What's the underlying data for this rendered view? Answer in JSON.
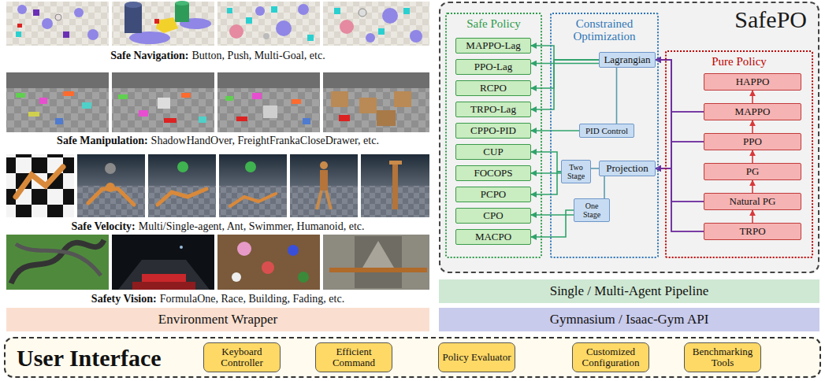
{
  "diagram": {
    "nodes": [
      {
        "text": [
          "SafePO"
        ]
      },
      {
        "text": [
          "Safe Policy"
        ],
        "in": 0
      },
      {
        "text": [
          "MAPPO-Lag"
        ],
        "in": 1
      },
      {
        "text": [
          "PPO-Lag"
        ],
        "in": 1
      },
      {
        "text": [
          "RCPO"
        ],
        "in": 1
      },
      {
        "text": [
          "TRPO-Lag"
        ],
        "in": 1
      },
      {
        "text": [
          "CPPO-PID"
        ],
        "in": 1
      },
      {
        "text": [
          "CUP"
        ],
        "in": 1
      },
      {
        "text": [
          "FOCOPS"
        ],
        "in": 1
      },
      {
        "text": [
          "PCPO"
        ],
        "in": 1
      },
      {
        "text": [
          "CPO"
        ],
        "in": 1
      },
      {
        "text": [
          "MACPO"
        ],
        "in": 1
      },
      {
        "text": [
          "Constrained Optimization"
        ],
        "in": 0
      },
      {
        "text": [
          "Lagrangian"
        ],
        "in": 12
      },
      {
        "text": [
          "PID Control"
        ],
        "in": 12
      },
      {
        "text": [
          "Two Stage"
        ],
        "in": 12
      },
      {
        "text": [
          "Projection"
        ],
        "in": 12
      },
      {
        "text": [
          "One Stage"
        ],
        "in": 12
      },
      {
        "text": [
          "Pure Policy"
        ],
        "in": 0
      },
      {
        "text": [
          "HAPPO"
        ],
        "in": 18
      },
      {
        "text": [
          "MAPPO"
        ],
        "in": 18
      },
      {
        "text": [
          "PPO"
        ],
        "in": 18
      },
      {
        "text": [
          "PG"
        ],
        "in": 18
      },
      {
        "text": [
          "Natural PG"
        ],
        "in": 18
      },
      {
        "text": [
          "TRPO"
        ],
        "in": 18
      },
      {
        "text": [
          "Single / Multi-Agent Pipeline"
        ]
      },
      {
        "text": [
          "Gymnasium / Isaac-Gym API"
        ]
      },
      {
        "text": [
          "Environment Wrapper"
        ]
      },
      {
        "text": [
          "User Interface"
        ]
      },
      {
        "text": [
          "Keyboard Controller"
        ],
        "in": 28
      },
      {
        "text": [
          "Efficient Command"
        ],
        "in": 28
      },
      {
        "text": [
          "Policy Evaluator"
        ],
        "in": 28
      },
      {
        "text": [
          "Customized Configuration"
        ],
        "in": 28
      },
      {
        "text": [
          "Benchmarking Tools"
        ],
        "in": 28
      }
    ],
    "edges": [
      {
        "from": 13,
        "to": 2,
        "arrow": "to"
      },
      {
        "from": 13,
        "to": 3,
        "arrow": "to"
      },
      {
        "from": 13,
        "to": 4,
        "arrow": "to"
      },
      {
        "from": 13,
        "to": 5,
        "arrow": "to"
      },
      {
        "from": 14,
        "to": 6,
        "arrow": "to"
      },
      {
        "from": 15,
        "to": 7,
        "arrow": "to"
      },
      {
        "from": 15,
        "to": 8,
        "arrow": "to"
      },
      {
        "from": 15,
        "to": 9,
        "arrow": "to"
      },
      {
        "from": 17,
        "to": 10,
        "arrow": "to"
      },
      {
        "from": 17,
        "to": 11,
        "arrow": "to"
      },
      {
        "from": 13,
        "to": 14,
        "arrow": "none"
      },
      {
        "from": 15,
        "to": 16,
        "arrow": "none"
      },
      {
        "from": 16,
        "to": 17,
        "arrow": "none"
      },
      {
        "from": 20,
        "to": 13,
        "arrow": "to"
      },
      {
        "from": 21,
        "to": 13,
        "arrow": "to"
      },
      {
        "from": 23,
        "to": 13,
        "arrow": "to"
      },
      {
        "from": 24,
        "to": 13,
        "arrow": "to"
      },
      {
        "from": 20,
        "to": 16,
        "arrow": "to"
      },
      {
        "from": 21,
        "to": 16,
        "arrow": "to"
      },
      {
        "from": 23,
        "to": 16,
        "arrow": "to"
      },
      {
        "from": 24,
        "to": 16,
        "arrow": "to"
      },
      {
        "from": 20,
        "to": 19,
        "arrow": "to"
      },
      {
        "from": 21,
        "to": 20,
        "arrow": "to"
      },
      {
        "from": 22,
        "to": 21,
        "arrow": "to"
      },
      {
        "from": 23,
        "to": 22,
        "arrow": "to"
      },
      {
        "from": 24,
        "to": 23,
        "arrow": "to"
      }
    ],
    "labels": [
      "Safe Navigation:",
      "Button, Push, Multi-Goal, etc.",
      "Safe Manipulation:",
      "ShadowHandOver, FreightFrankaCloseDrawer, etc.",
      "Safe Velocity:",
      "Multi/Single-agent, Ant, Swimmer, Humanoid, etc.",
      "Safety Vision:",
      "FormulaOne, Race, Building, Fading, etc."
    ]
  }
}
